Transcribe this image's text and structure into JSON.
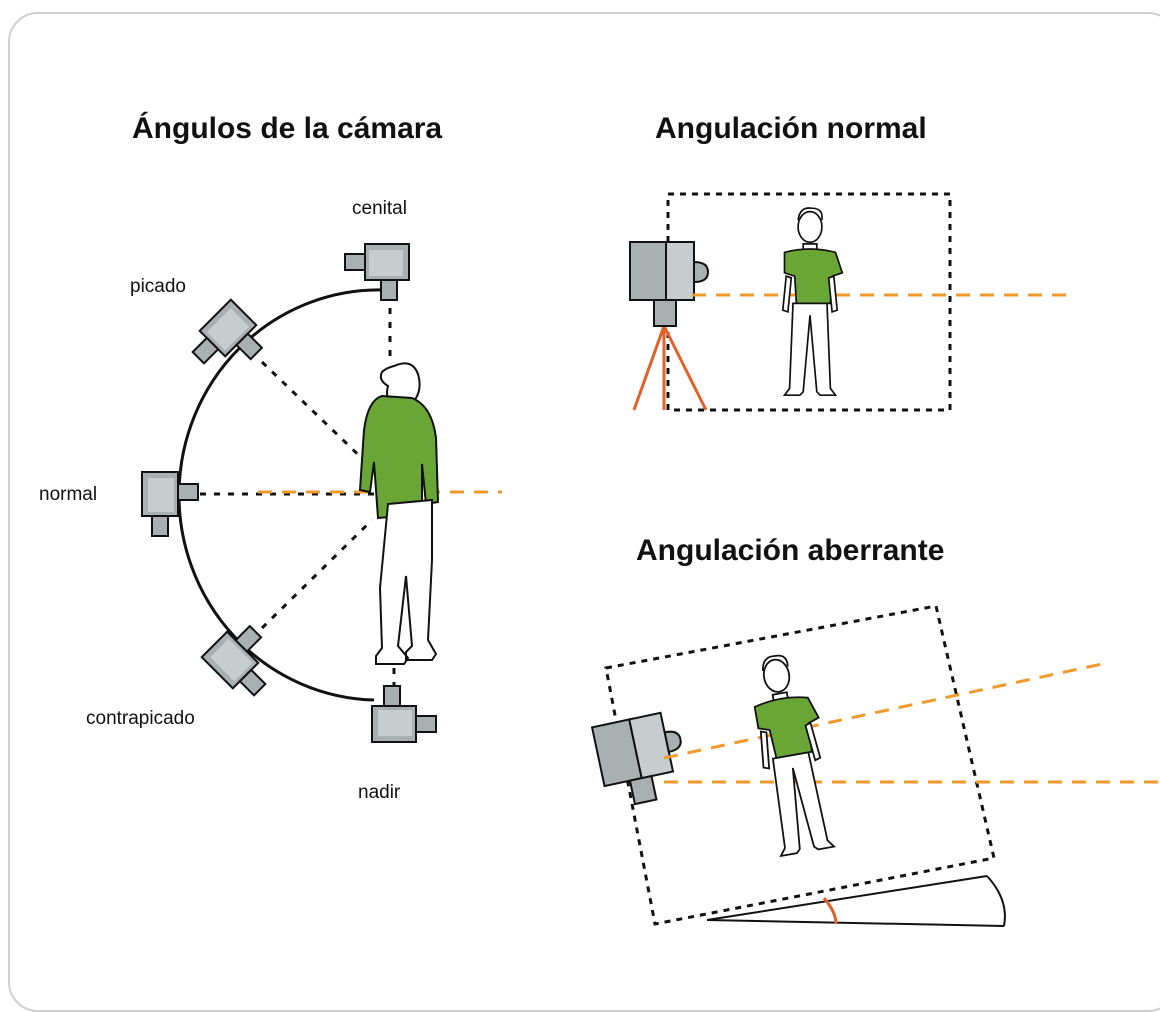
{
  "titles": {
    "angles": "Ángulos de la cámara",
    "normal": "Angulación normal",
    "aberrant": "Angulación aberrante"
  },
  "labels": {
    "cenital": "cenital",
    "picado": "picado",
    "normal": "normal",
    "contrapicado": "contrapicado",
    "nadir": "nadir"
  },
  "colors": {
    "shirt": "#6aa636",
    "camera": "#a9b0b2",
    "sightline": "#f09a2e",
    "tripod": "#e0612a",
    "frame": "#111111",
    "border": "#cfcfcf"
  }
}
